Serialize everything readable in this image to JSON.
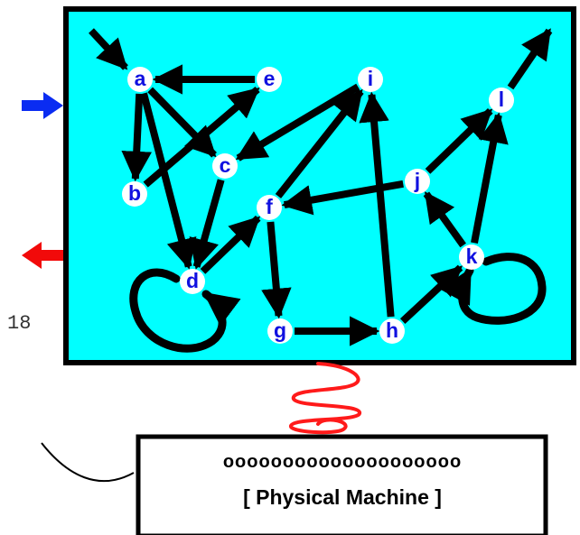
{
  "colors": {
    "panel_fill": "#00ffff",
    "panel_border": "#000000",
    "node_fill": "#ffffff",
    "node_text": "#1010e0",
    "edge": "#000000",
    "input_arrow": "#0a2cf2",
    "output_arrow": "#f20a0a",
    "spring": "#ff1a1a"
  },
  "graph": {
    "nodes": [
      {
        "id": "a",
        "label": "a"
      },
      {
        "id": "b",
        "label": "b"
      },
      {
        "id": "c",
        "label": "c"
      },
      {
        "id": "d",
        "label": "d"
      },
      {
        "id": "e",
        "label": "e"
      },
      {
        "id": "f",
        "label": "f"
      },
      {
        "id": "g",
        "label": "g"
      },
      {
        "id": "h",
        "label": "h"
      },
      {
        "id": "i",
        "label": "i"
      },
      {
        "id": "j",
        "label": "j"
      },
      {
        "id": "k",
        "label": "k"
      },
      {
        "id": "l",
        "label": "l"
      }
    ],
    "edges": [
      {
        "from": "e",
        "to": "a"
      },
      {
        "from": "a",
        "to": "b"
      },
      {
        "from": "a",
        "to": "c"
      },
      {
        "from": "a",
        "to": "d"
      },
      {
        "from": "b",
        "to": "e"
      },
      {
        "from": "c",
        "to": "d"
      },
      {
        "from": "i",
        "to": "c"
      },
      {
        "from": "d",
        "to": "f"
      },
      {
        "from": "f",
        "to": "i"
      },
      {
        "from": "f",
        "to": "g"
      },
      {
        "from": "g",
        "to": "h"
      },
      {
        "from": "h",
        "to": "i"
      },
      {
        "from": "h",
        "to": "k"
      },
      {
        "from": "j",
        "to": "f"
      },
      {
        "from": "j",
        "to": "l"
      },
      {
        "from": "k",
        "to": "j"
      },
      {
        "from": "k",
        "to": "l"
      }
    ],
    "self_loops": [
      "d",
      "k"
    ],
    "entry_to": "a",
    "exit_from": "l"
  },
  "margin_text": "18",
  "machine": {
    "dots": "oooooooooooooooooooo",
    "label": "[ Physical Machine ]"
  }
}
